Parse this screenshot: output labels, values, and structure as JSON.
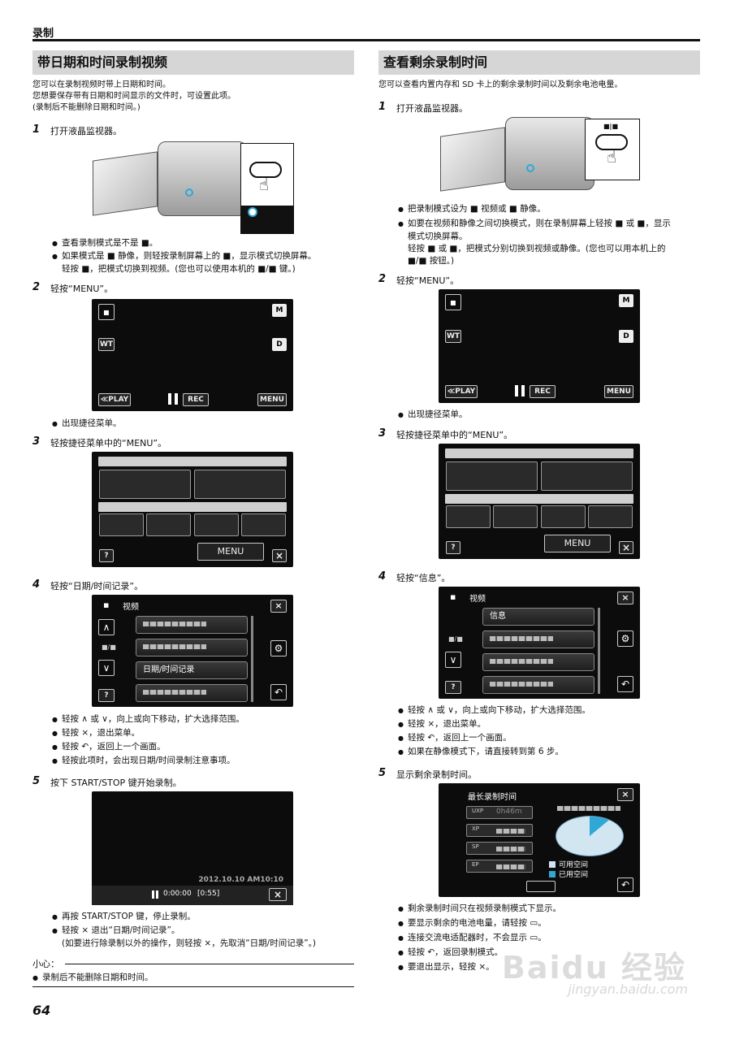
{
  "page": {
    "header": "录制",
    "page_number": "64",
    "watermark_brand": "Baidu 经验",
    "watermark_url": "jingyan.baidu.com"
  },
  "left": {
    "title": "带日期和时间录制视频",
    "intro": [
      "您可以在录制视频时带上日期和时间。",
      "您想要保存带有日期和时间显示的文件时，可设置此项。",
      "(录制后不能删除日期和时间。)"
    ],
    "step1": {
      "num": "1",
      "text": "打开液晶监视器。"
    },
    "step1_bullets": [
      "查看录制模式是不是 ■。",
      "如果模式是 ■ 静像，则轻按录制屏幕上的 ■，显示模式切换屏幕。",
      "轻按 ■，把模式切换到视频。(您也可以使用本机的 ■/■ 键。)"
    ],
    "step2": {
      "num": "2",
      "text": "轻按“MENU”。"
    },
    "step2_bullets": [
      "出现捷径菜单。"
    ],
    "step3": {
      "num": "3",
      "text": "轻按捷径菜单中的“MENU”。"
    },
    "step4": {
      "num": "4",
      "text": "轻按“日期/时间记录”。"
    },
    "step4_bullets": [
      "轻按 ∧ 或 ∨，向上或向下移动，扩大选择范围。",
      "轻按 ×，退出菜单。",
      "轻按 ↶，返回上一个画面。",
      "轻按此项时，会出现日期/时间录制注意事项。"
    ],
    "step5": {
      "num": "5",
      "text": "按下 START/STOP 键开始录制。"
    },
    "step5_bullets": [
      "再按 START/STOP 键，停止录制。",
      "轻按 × 退出“日期/时间记录”。",
      "(如要进行除录制以外的操作，则轻按 ×，先取消“日期/时间记录”。)"
    ],
    "note_label": "小心：",
    "note_text": "录制后不能删除日期和时间。"
  },
  "right": {
    "title": "查看剩余录制时间",
    "intro": [
      "您可以查看内置内存和 SD 卡上的剩余录制时间以及剩余电池电量。"
    ],
    "step1": {
      "num": "1",
      "text": "打开液晶监视器。"
    },
    "step1_bullets": [
      "把录制模式设为 ■ 视频或 ■ 静像。",
      "如要在视频和静像之间切换模式，则在录制屏幕上轻按 ■ 或 ■，显示",
      "模式切换屏幕。",
      "轻按 ■ 或 ■，把模式分别切换到视频或静像。(您也可以用本机上的",
      "■/■ 按钮。)"
    ],
    "step2": {
      "num": "2",
      "text": "轻按“MENU”。"
    },
    "step2_bullets": [
      "出现捷径菜单。"
    ],
    "step3": {
      "num": "3",
      "text": "轻按捷径菜单中的“MENU”。"
    },
    "step4": {
      "num": "4",
      "text": "轻按“信息”。"
    },
    "step4_bullets": [
      "轻按 ∧ 或 ∨，向上或向下移动，扩大选择范围。",
      "轻按 ×，退出菜单。",
      "轻按 ↶，返回上一个画面。",
      "如果在静像模式下，请直接转到第 6 步。"
    ],
    "step5": {
      "num": "5",
      "text": "显示剩余录制时间。"
    },
    "step5_bullets": [
      "剩余录制时间只在视频录制模式下显示。",
      "要显示剩余的电池电量，请轻按 ▭。",
      "连接交流电适配器时，不会显示 ▭。",
      "轻按 ↶，返回录制模式。",
      "要退出显示，轻按 ×。"
    ]
  },
  "screens": {
    "rec": {
      "play": "≪PLAY",
      "rec": "REC",
      "menu": "MENU",
      "m": "M",
      "d": "D",
      "wt": "WT"
    },
    "shortcut": {
      "menu": "MENU",
      "help": "?",
      "close": "×"
    },
    "menu_left": {
      "title": "视频",
      "highlight": "日期/时间记录",
      "side": "■/■",
      "help": "?"
    },
    "menu_right": {
      "title": "视频",
      "highlight": "信息",
      "side": "■/■",
      "help": "?"
    },
    "recording": {
      "timestamp": "2012.10.10  AM10:10",
      "time": "0:00:00",
      "remain": "[0:55]"
    },
    "info": {
      "title": "最长录制时间",
      "first_value": "0h46m",
      "legend_free": "可用空间",
      "legend_used": "已用空间",
      "rows": [
        "UXP",
        "XP",
        "SP",
        "EP"
      ]
    }
  },
  "colors": {
    "accent": "#2fa8d6",
    "title_bg": "#d6d6d6",
    "screen_bg": "#0c0c0c"
  }
}
